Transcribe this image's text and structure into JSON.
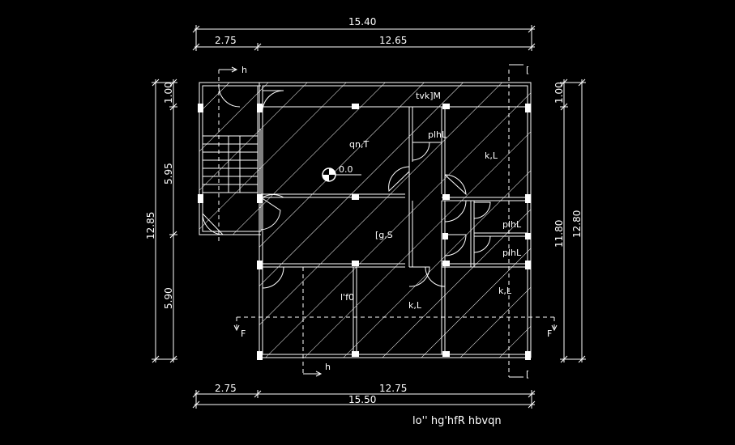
{
  "drawing": {
    "title": "lo'' hg'hfR hbvqn",
    "level_mark": "0.0",
    "section_marks": {
      "h": "h",
      "f": "F"
    }
  },
  "dimensions": {
    "top_total": "15.40",
    "top_left": "2.75",
    "top_right": "12.65",
    "bottom_left": "2.75",
    "bottom_right": "12.75",
    "bottom_total": "15.50",
    "left_total": "12.85",
    "left_top": "1.00",
    "left_mid": "5.95",
    "left_bottom": "5.90",
    "right_top": "1.00",
    "right_mid": "11.80",
    "right_total": "12.80"
  },
  "rooms": {
    "terrace": "tvk]M",
    "hall": "qn,T",
    "bath_1": "plhL",
    "bedroom_1": "k,L",
    "bath_2": "plhL",
    "bath_3": "plhL",
    "lobby": "[g,S",
    "kitchen": "l'f0",
    "bedroom_2": "k,L",
    "bedroom_3": "k,L"
  }
}
